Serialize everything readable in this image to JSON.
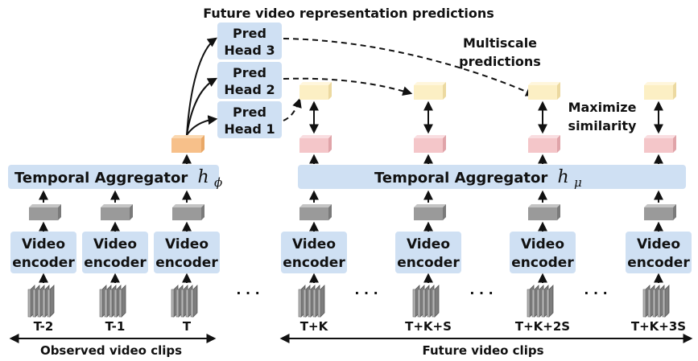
{
  "title": "Future video representation predictions",
  "multiscale_label": [
    "Multiscale",
    "predictions"
  ],
  "similarity_label": [
    "Maximize",
    "similarity"
  ],
  "pred_heads": [
    {
      "line1": "Pred",
      "line2": "Head 3"
    },
    {
      "line1": "Pred",
      "line2": "Head 2"
    },
    {
      "line1": "Pred",
      "line2": "Head 1"
    }
  ],
  "observed_aggregator": {
    "label": "Temporal Aggregator",
    "symbol": "h",
    "subscript": "ϕ"
  },
  "future_aggregator": {
    "label": "Temporal Aggregator",
    "symbol": "h",
    "subscript": "μ"
  },
  "encoder_label": [
    "Video",
    "encoder"
  ],
  "observed_clips": [
    "T-2",
    "T-1",
    "T"
  ],
  "future_clips": [
    "T+K",
    "T+K+S",
    "T+K+2S",
    "T+K+3S"
  ],
  "ellipsis": "· · ·",
  "observed_caption": "Observed video clips",
  "future_caption": "Future video clips",
  "colors": {
    "box_fill": "#cfe0f3",
    "feature_orange": "#f7c08a",
    "feature_pink": "#f4c6c9",
    "feature_yellow": "#fcefc4",
    "feature_gray": "#9a9a9a"
  }
}
